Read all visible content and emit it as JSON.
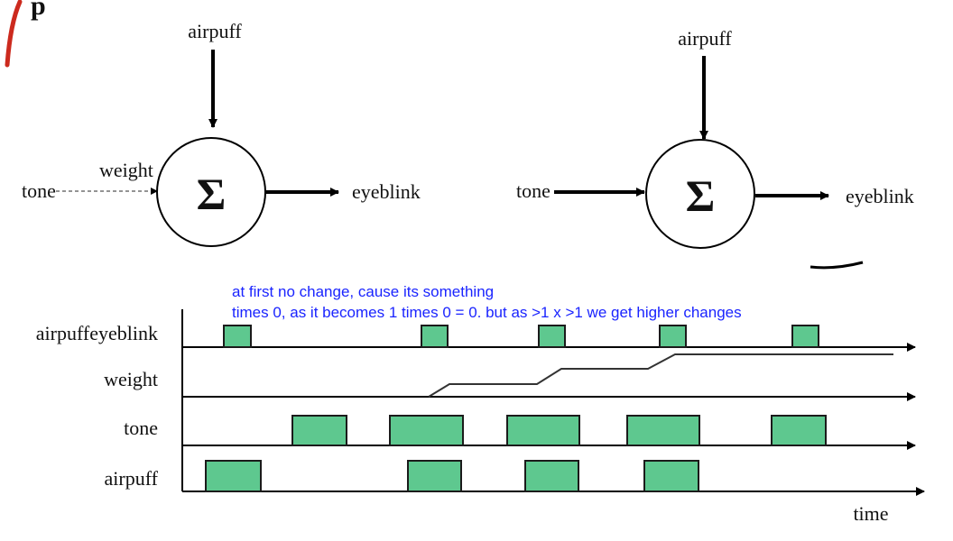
{
  "heading_fragment": "p",
  "colors": {
    "pulse_fill": "#5ec88f",
    "annotation": "#1a24ff",
    "red_accent": "#cc2a1e"
  },
  "diagram_left": {
    "input_top": "airpuff",
    "input_side": "tone",
    "side_label": "weight",
    "sum_symbol": "Σ",
    "output": "eyeblink"
  },
  "diagram_right": {
    "input_top": "airpuff",
    "input_side": "tone",
    "sum_symbol": "Σ",
    "output": "eyeblink"
  },
  "annotation": {
    "line1": "at first no change, cause its something",
    "line2": "times 0, as it becomes 1 times 0 = 0. but as >1 x >1 we get higher changes"
  },
  "timeline": {
    "rows": [
      {
        "key": "eyeblink",
        "label": "airpuffeyeblink",
        "pulses": [
          [
            248,
            278
          ],
          [
            467,
            496
          ],
          [
            597,
            626
          ],
          [
            731,
            760
          ],
          [
            878,
            907
          ]
        ]
      },
      {
        "key": "weight",
        "label": "weight"
      },
      {
        "key": "tone",
        "label": "tone",
        "pulses": [
          [
            324,
            384
          ],
          [
            432,
            513
          ],
          [
            562,
            642
          ],
          [
            695,
            775
          ],
          [
            855,
            915
          ]
        ]
      },
      {
        "key": "airpuff",
        "label": "airpuff",
        "pulses": [
          [
            228,
            289
          ],
          [
            452,
            511
          ],
          [
            582,
            641
          ],
          [
            714,
            774
          ]
        ]
      }
    ],
    "weight_curve": [
      [
        475,
        440
      ],
      [
        498,
        426
      ],
      [
        595,
        426
      ],
      [
        622,
        409
      ],
      [
        718,
        409
      ],
      [
        748,
        393
      ],
      [
        990,
        393
      ]
    ],
    "x_label": "time"
  }
}
